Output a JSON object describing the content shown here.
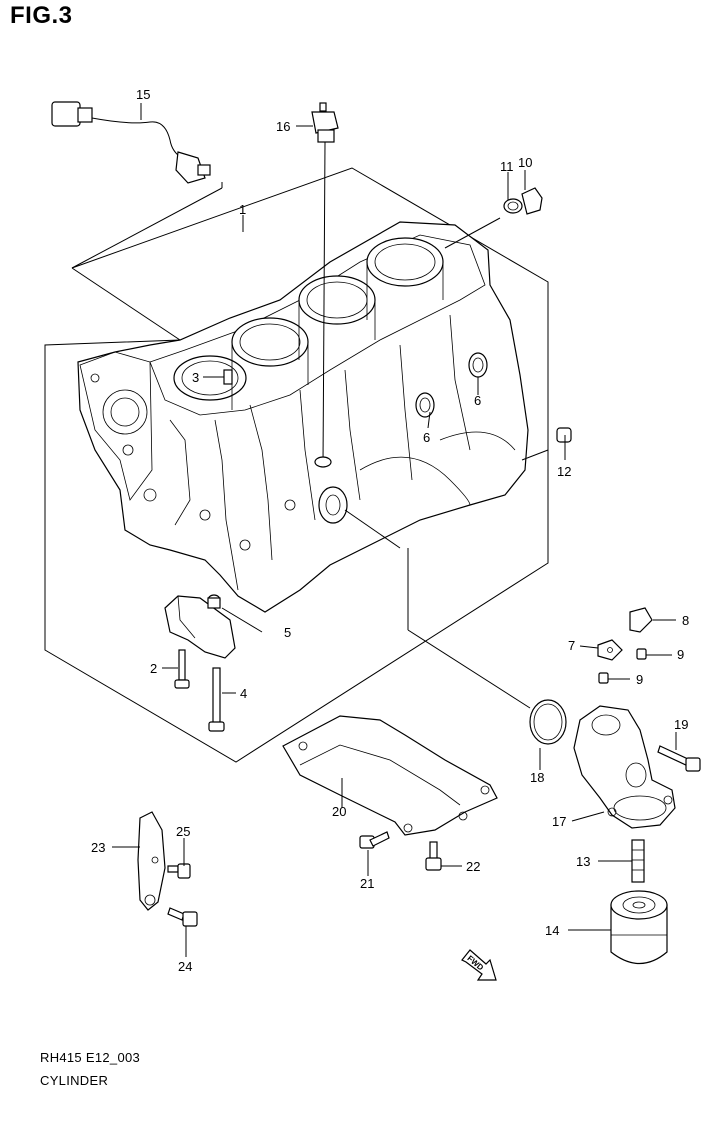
{
  "figure_title": "FIG.3",
  "footer": {
    "code": "RH415 E12_003",
    "name": "CYLINDER"
  },
  "callouts": {
    "p1": "1",
    "p2": "2",
    "p3": "3",
    "p4": "4",
    "p5": "5",
    "p6a": "6",
    "p6b": "6",
    "p7": "7",
    "p8": "8",
    "p9a": "9",
    "p9b": "9",
    "p10": "10",
    "p11": "11",
    "p12": "12",
    "p13": "13",
    "p14": "14",
    "p15": "15",
    "p16": "16",
    "p17": "17",
    "p18": "18",
    "p19": "19",
    "p20": "20",
    "p21": "21",
    "p22": "22",
    "p23": "23",
    "p24": "24",
    "p25": "25"
  },
  "fwd_mark": "FWD"
}
